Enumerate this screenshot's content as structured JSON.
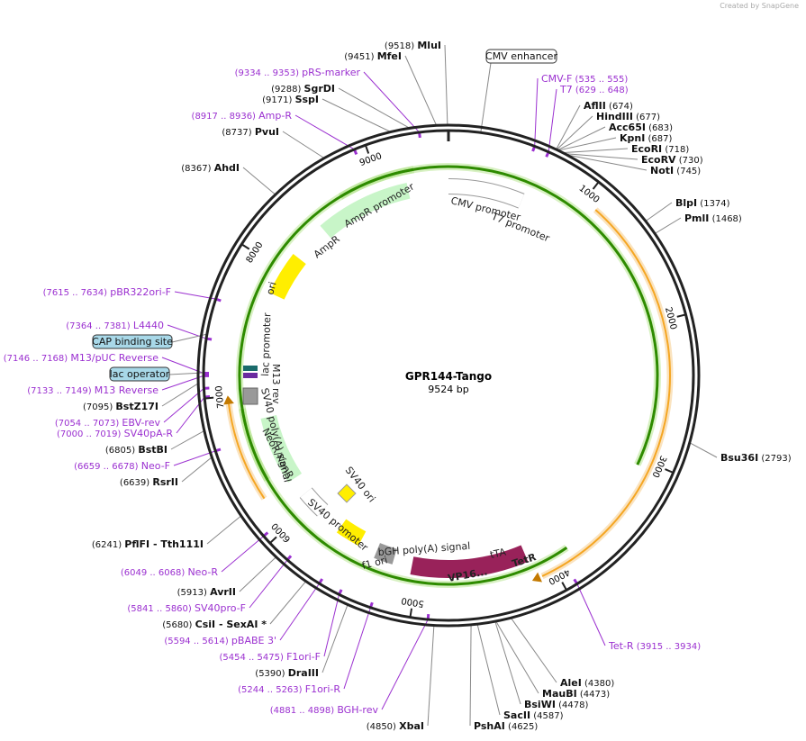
{
  "credit": "Created by SnapGene",
  "plasmid": {
    "name": "GPR144-Tango",
    "length_label": "9524 bp",
    "length": 9524
  },
  "colors": {
    "backbone": "#222222",
    "primer": "#9b30d0",
    "orf": "#f5a623",
    "ampr": "#c8f5c8",
    "ori": "#ffee00",
    "tta": "#99225a",
    "green_arrow": "#2e8b00"
  },
  "ticks": [
    {
      "pos": 1000,
      "label": "1000"
    },
    {
      "pos": 2000,
      "label": "2000"
    },
    {
      "pos": 3000,
      "label": "3000"
    },
    {
      "pos": 4000,
      "label": "4000"
    },
    {
      "pos": 5000,
      "label": "5000"
    },
    {
      "pos": 6000,
      "label": "6000"
    },
    {
      "pos": 7000,
      "label": "7000"
    },
    {
      "pos": 8000,
      "label": "8000"
    },
    {
      "pos": 9000,
      "label": "9000"
    }
  ],
  "enzymes": [
    {
      "name": "MluI",
      "num": "(9518)",
      "pos": 9518,
      "side": "L"
    },
    {
      "name": "MfeI",
      "num": "(9451)",
      "pos": 9451,
      "side": "L"
    },
    {
      "name": "SgrDI",
      "num": "(9288)",
      "pos": 9288,
      "side": "L"
    },
    {
      "name": "SspI",
      "num": "(9171)",
      "pos": 9171,
      "side": "L"
    },
    {
      "name": "PvuI",
      "num": "(8737)",
      "pos": 8737,
      "side": "L"
    },
    {
      "name": "AhdI",
      "num": "(8367)",
      "pos": 8367,
      "side": "L"
    },
    {
      "name": "BstZ17I",
      "num": "(7095)",
      "pos": 7095,
      "side": "L"
    },
    {
      "name": "BstBI",
      "num": "(6805)",
      "pos": 6805,
      "side": "L"
    },
    {
      "name": "RsrII",
      "num": "(6639)",
      "pos": 6639,
      "side": "L"
    },
    {
      "name": "PflFI  - Tth111I",
      "num": "(6241)",
      "pos": 6241,
      "side": "L"
    },
    {
      "name": "AvrII",
      "num": "(5913)",
      "pos": 5913,
      "side": "L"
    },
    {
      "name": "CsiI  - SexAI *",
      "num": "(5680)",
      "pos": 5680,
      "side": "L"
    },
    {
      "name": "DraIII",
      "num": "(5390)",
      "pos": 5390,
      "side": "L"
    },
    {
      "name": "XbaI",
      "num": "(4850)",
      "pos": 4850,
      "side": "L"
    },
    {
      "name": "AflII",
      "num": "(674)",
      "pos": 674,
      "side": "R"
    },
    {
      "name": "HindIII",
      "num": "(677)",
      "pos": 677,
      "side": "R"
    },
    {
      "name": "Acc65I",
      "num": "(683)",
      "pos": 683,
      "side": "R"
    },
    {
      "name": "KpnI",
      "num": "(687)",
      "pos": 687,
      "side": "R"
    },
    {
      "name": "EcoRI",
      "num": "(718)",
      "pos": 718,
      "side": "R"
    },
    {
      "name": "EcoRV",
      "num": "(730)",
      "pos": 730,
      "side": "R"
    },
    {
      "name": "NotI",
      "num": "(745)",
      "pos": 745,
      "side": "R"
    },
    {
      "name": "BlpI",
      "num": "(1374)",
      "pos": 1374,
      "side": "R"
    },
    {
      "name": "PmlI",
      "num": "(1468)",
      "pos": 1468,
      "side": "R"
    },
    {
      "name": "Bsu36I",
      "num": "(2793)",
      "pos": 2793,
      "side": "R"
    },
    {
      "name": "AleI",
      "num": "(4380)",
      "pos": 4380,
      "side": "R"
    },
    {
      "name": "MauBI",
      "num": "(4473)",
      "pos": 4473,
      "side": "R"
    },
    {
      "name": "BsiWI",
      "num": "(4478)",
      "pos": 4478,
      "side": "R"
    },
    {
      "name": "SacII",
      "num": "(4587)",
      "pos": 4587,
      "side": "R"
    },
    {
      "name": "PshAI",
      "num": "(4625)",
      "pos": 4625,
      "side": "R"
    }
  ],
  "primers": [
    {
      "name": "pRS-marker",
      "range": "(9334 .. 9353)",
      "pos": 9343
    },
    {
      "name": "Amp-R",
      "range": "(8917 .. 8936)",
      "pos": 8926
    },
    {
      "name": "pBR322ori-F",
      "range": "(7615 .. 7634)",
      "pos": 7624
    },
    {
      "name": "L4440",
      "range": "(7364 .. 7381)",
      "pos": 7372
    },
    {
      "name": "M13/pUC Reverse",
      "range": "(7146 .. 7168)",
      "pos": 7157
    },
    {
      "name": "M13 Reverse",
      "range": "(7133 .. 7149)",
      "pos": 7141
    },
    {
      "name": "EBV-rev",
      "range": "(7054 .. 7073)",
      "pos": 7063
    },
    {
      "name": "SV40pA-R",
      "range": "(7000 .. 7019)",
      "pos": 7009
    },
    {
      "name": "Neo-F",
      "range": "(6659 .. 6678)",
      "pos": 6668
    },
    {
      "name": "Neo-R",
      "range": "(6049 .. 6068)",
      "pos": 6058
    },
    {
      "name": "SV40pro-F",
      "range": "(5841 .. 5860)",
      "pos": 5850
    },
    {
      "name": "pBABE 3'",
      "range": "(5594 .. 5614)",
      "pos": 5604
    },
    {
      "name": "F1ori-F",
      "range": "(5454 .. 5475)",
      "pos": 5464
    },
    {
      "name": "F1ori-R",
      "range": "(5244 .. 5263)",
      "pos": 5253
    },
    {
      "name": "BGH-rev",
      "range": "(4881 .. 4898)",
      "pos": 4889
    },
    {
      "name": "CMV-F",
      "range": "(535 .. 555)",
      "pos": 545
    },
    {
      "name": "T7",
      "range": "(629 .. 648)",
      "pos": 638
    },
    {
      "name": "Tet-R",
      "range": "(3915 .. 3934)",
      "pos": 3924
    }
  ],
  "boxed_labels": [
    {
      "name": "CMV enhancer",
      "pos": 200,
      "style": "white"
    },
    {
      "name": "CAP binding site",
      "pos": 7400,
      "style": "blue"
    },
    {
      "name": "lac operator",
      "pos": 7160,
      "style": "blue"
    }
  ],
  "features": {
    "cmv_promoter": "CMV promoter",
    "t7_promoter": "T7 promoter",
    "ampr_promoter": "AmpR promoter",
    "ampr": "AmpR",
    "ori": "ori",
    "lac_promoter": "lac promoter",
    "m13_rev": "M13 rev",
    "sv40_polya": "SV40 poly(A) signal",
    "neo": "NeoR/KanR",
    "sv40_ori": "SV40 ori",
    "sv40_promoter": "SV40 promoter",
    "f1_ori": "f1 ori",
    "bgh": "bGH poly(A) signal",
    "tta": "tTA",
    "tetr": "TetR",
    "vp16": "VP16..."
  }
}
